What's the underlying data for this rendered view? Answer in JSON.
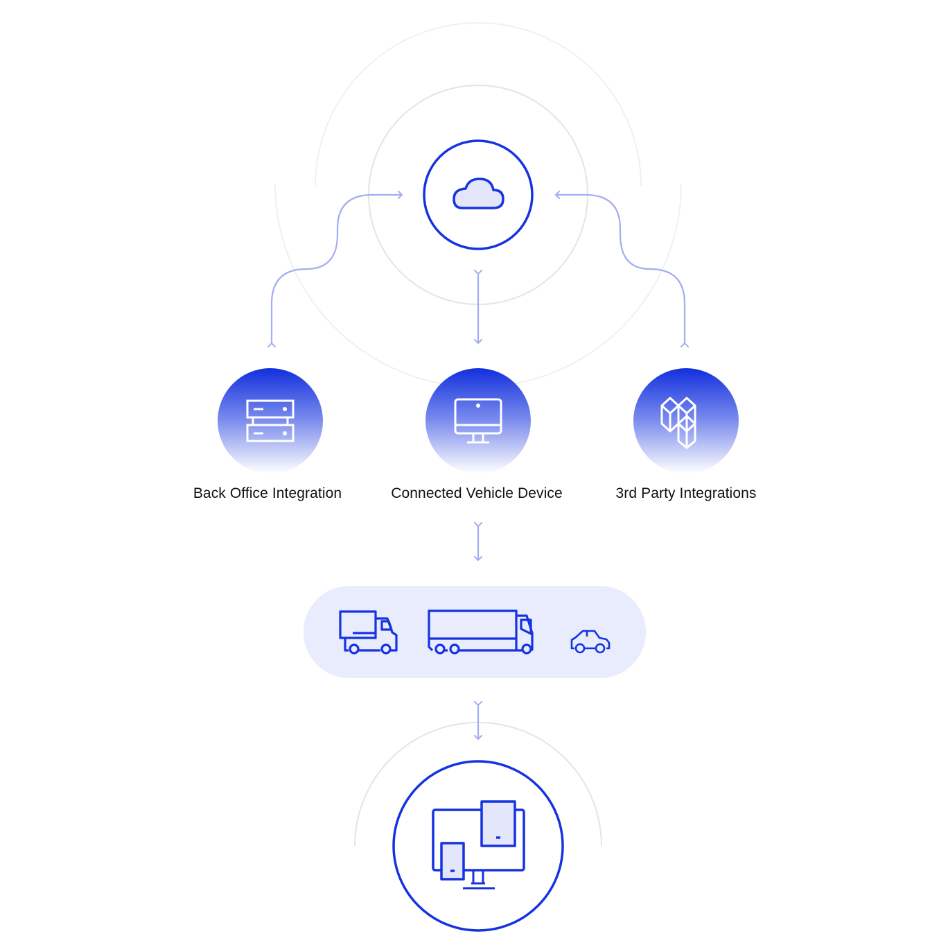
{
  "colors": {
    "accent": "#1533e0",
    "arrow": "#a3adf2",
    "fill": "#e9ecfc",
    "ring": "#e4e4e4"
  },
  "nodes": {
    "cloud": {
      "icon": "cloud-icon"
    },
    "back_office": {
      "label": "Back Office Integration",
      "icon": "server-icon"
    },
    "vehicle_device": {
      "label": "Connected Vehicle Device",
      "icon": "monitor-icon"
    },
    "third_party": {
      "label": "3rd Party Integrations",
      "icon": "cubes-icon"
    },
    "vehicles": {
      "icons": [
        "box-truck-icon",
        "semi-truck-icon",
        "car-icon"
      ]
    },
    "devices": {
      "icon": "multi-device-icon"
    }
  }
}
